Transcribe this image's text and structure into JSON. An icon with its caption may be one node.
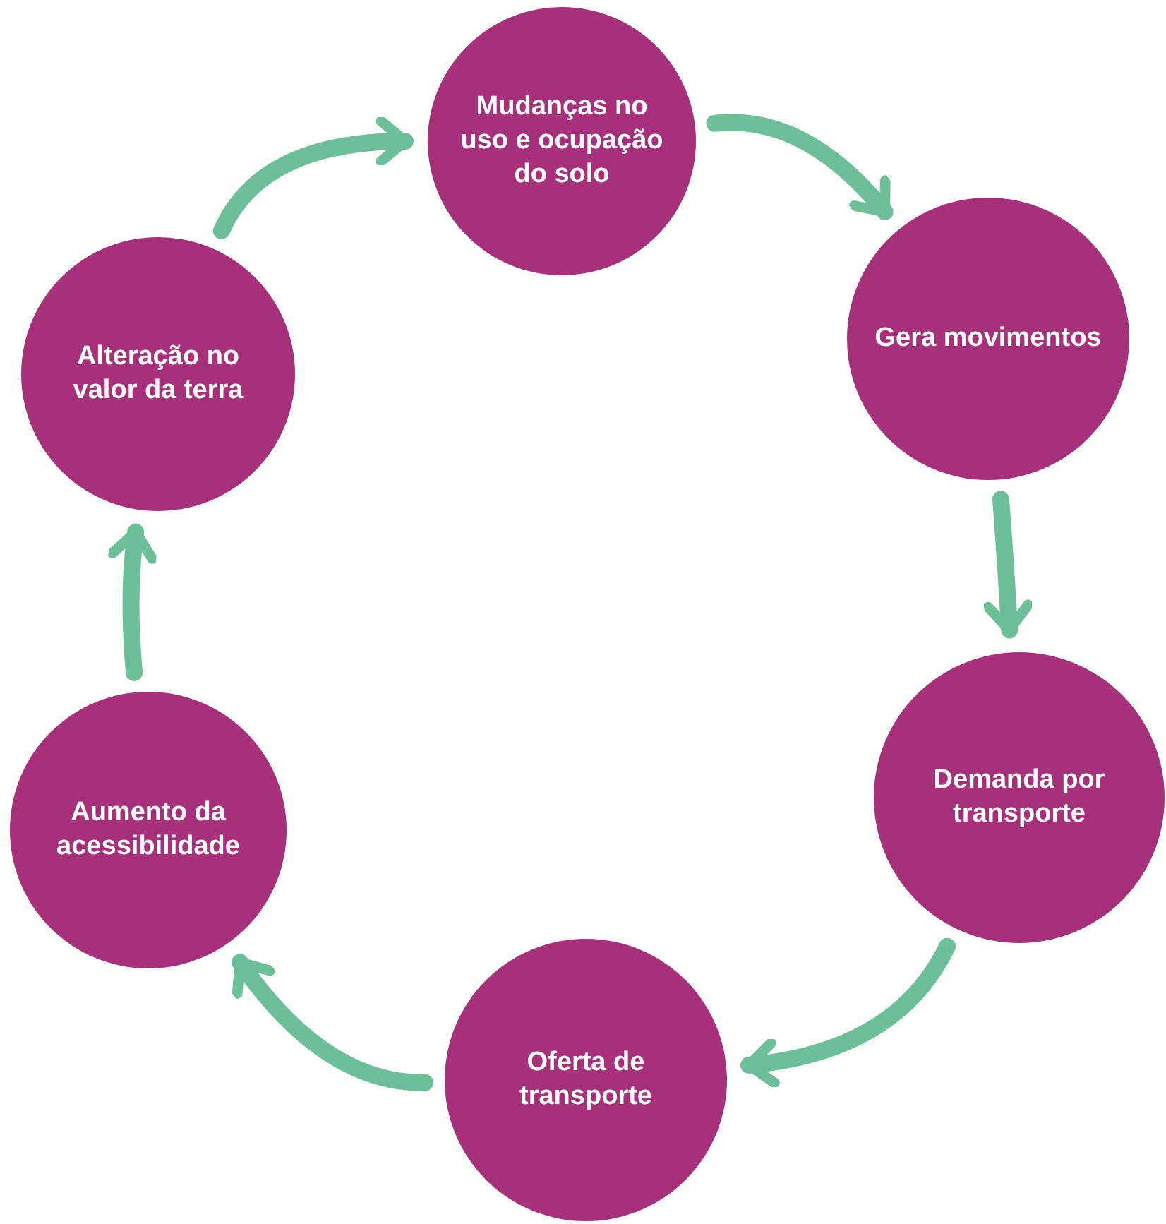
{
  "diagram": {
    "nodes": [
      {
        "text": [
          "Mudanças no uso e ocupação do solo"
        ]
      },
      {
        "text": [
          "Gera movimentos"
        ]
      },
      {
        "text": [
          "Demanda por transporte"
        ]
      },
      {
        "text": [
          "Oferta de transporte"
        ]
      },
      {
        "text": [
          "Aumento da acessibilidade"
        ]
      },
      {
        "text": [
          "Alteração no valor da terra"
        ]
      }
    ],
    "edges": [
      {
        "from": 5,
        "to": 0,
        "arrow": "to"
      },
      {
        "from": 0,
        "to": 1,
        "arrow": "to"
      },
      {
        "from": 1,
        "to": 2,
        "arrow": "to"
      },
      {
        "from": 2,
        "to": 3,
        "arrow": "to"
      },
      {
        "from": 3,
        "to": 4,
        "arrow": "to"
      },
      {
        "from": 4,
        "to": 5,
        "arrow": "to"
      }
    ]
  }
}
